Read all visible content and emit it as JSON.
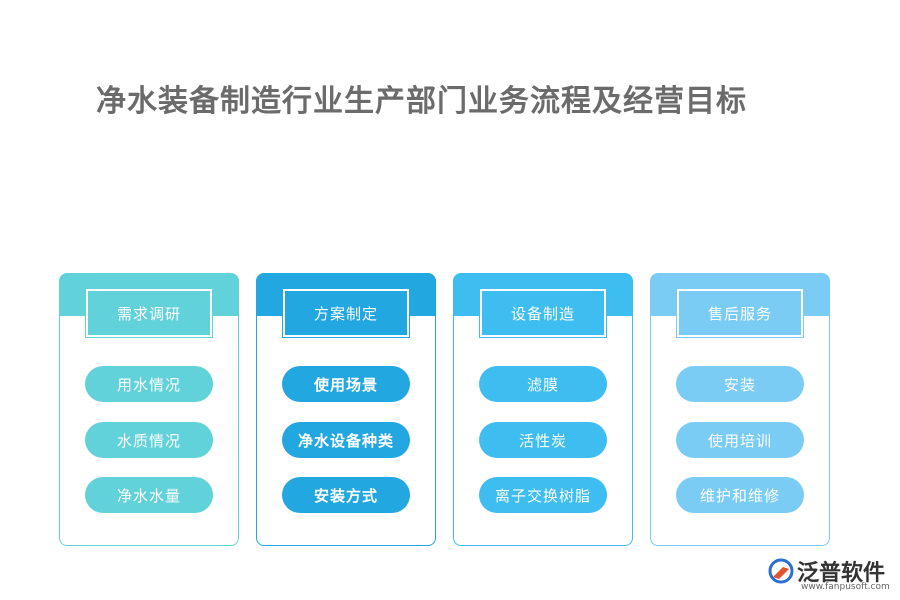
{
  "title": "净水装备制造行业生产部门业务流程及经营目标",
  "columns": [
    {
      "header": "需求调研",
      "color": "#62d2da",
      "bold": false,
      "items": [
        "用水情况",
        "水质情况",
        "净水水量"
      ]
    },
    {
      "header": "方案制定",
      "color": "#22a7e0",
      "bold": true,
      "items": [
        "使用场景",
        "净水设备种类",
        "安装方式"
      ]
    },
    {
      "header": "设备制造",
      "color": "#3ebdf0",
      "bold": false,
      "items": [
        "滤膜",
        "活性炭",
        "离子交换树脂"
      ]
    },
    {
      "header": "售后服务",
      "color": "#7bccf5",
      "bold": false,
      "items": [
        "安装",
        "使用培训",
        "维护和维修"
      ]
    }
  ],
  "logo": {
    "name": "泛普软件",
    "url": "www.fanpusoft.com"
  }
}
